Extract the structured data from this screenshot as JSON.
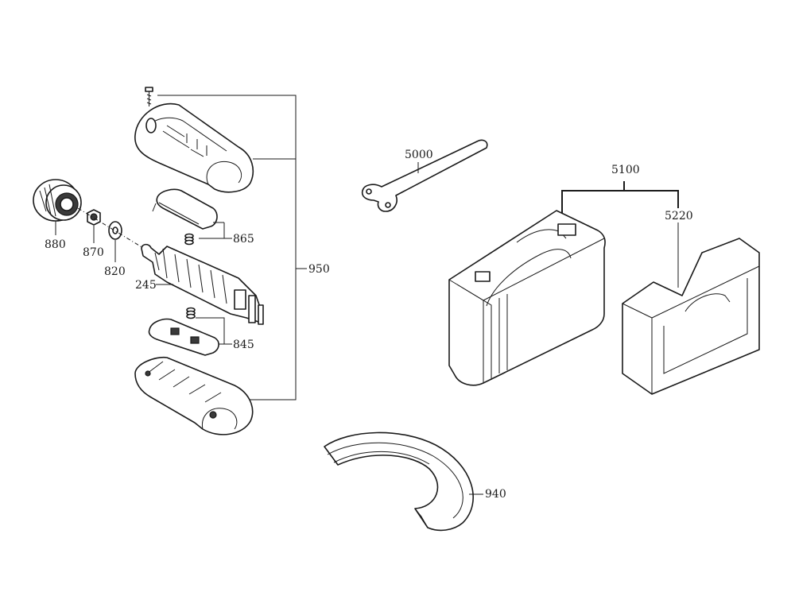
{
  "labels": {
    "p880": "880",
    "p870": "870",
    "p820": "820",
    "p245": "245",
    "p865": "865",
    "p845": "845",
    "p950": "950",
    "p5000": "5000",
    "p5100": "5100",
    "p5220": "5220",
    "p940": "940"
  }
}
